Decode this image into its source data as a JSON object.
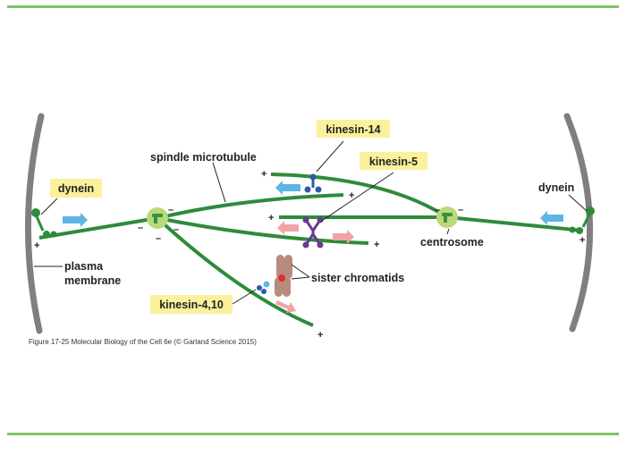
{
  "colors": {
    "rule": "#7dc464",
    "microtubule": "#2e8b3a",
    "membrane": "#7f7f7f",
    "label_box": "#fbf19d",
    "centrosome_outer": "#b9d97a",
    "centrosome_inner": "#3c8f3f",
    "arrow_blue": "#5bb6e6",
    "arrow_pink": "#f1a3a8",
    "kinesin14": "#2a5ba8",
    "kinesin5": "#6a3a8f",
    "chromatid": "#b98a7e",
    "kinetochore": "#e03030"
  },
  "labels": {
    "kinesin14": "kinesin-14",
    "kinesin5": "kinesin-5",
    "dynein_left": "dynein",
    "dynein_right": "dynein",
    "kinesin410": "kinesin-4,10",
    "spindle_microtubule": "spindle microtubule",
    "centrosome": "centrosome",
    "sister_chromatids": "sister chromatids",
    "plasma_membrane_line1": "plasma",
    "plasma_membrane_line2": "membrane"
  },
  "signs": {
    "plus": "+",
    "minus": "–"
  },
  "icons": [
    "centrosome-icon",
    "dynein-motor-icon",
    "kinesin-14-motor-icon",
    "kinesin-5-motor-icon",
    "kinesin-4-10-motor-icon",
    "chromatid-icon",
    "direction-arrow-icon"
  ],
  "caption": "Figure 17-25 Molecular Biology of the Cell 6e (© Garland Science 2015)"
}
